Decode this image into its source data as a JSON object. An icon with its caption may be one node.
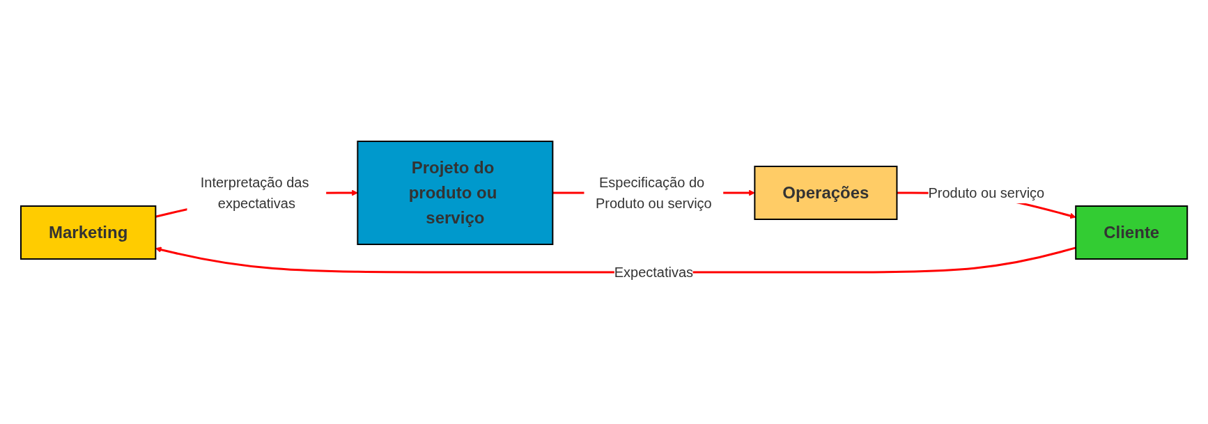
{
  "diagram": {
    "nodes": [
      {
        "text": [
          "Marketing"
        ]
      },
      {
        "text": [
          "Projeto do produto ou serviço"
        ]
      },
      {
        "text": [
          "Operações"
        ]
      },
      {
        "text": [
          "Cliente"
        ]
      }
    ],
    "edges": [
      {
        "from": 0,
        "to": 1,
        "arrow": "to",
        "label": "Interpretação das expectativas"
      },
      {
        "from": 1,
        "to": 2,
        "arrow": "to",
        "label": "Especificação do Produto ou serviço"
      },
      {
        "from": 2,
        "to": 3,
        "arrow": "to",
        "label": "Produto ou serviço"
      },
      {
        "from": 3,
        "to": 0,
        "arrow": "to",
        "label": "Expectativas"
      }
    ]
  }
}
